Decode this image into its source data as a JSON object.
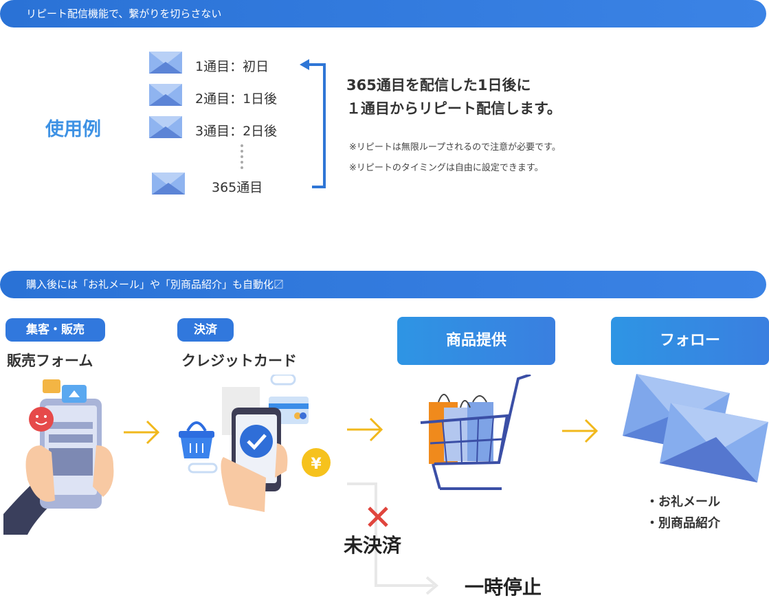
{
  "banner1": {
    "text": "リピート配信機能で、繋がりを切らさない"
  },
  "usage": {
    "label": "使用例"
  },
  "mails": [
    {
      "label": "1通目：初日"
    },
    {
      "label": "2通目：1日後"
    },
    {
      "label": "3通目：2日後"
    },
    {
      "label": "365通目"
    }
  ],
  "repeat": {
    "line1": "365通目を配信した1日後に",
    "line2": "１通目からリピート配信します。",
    "note1": "※リピートは無限ループされるので注意が必要です。",
    "note2": "※リピートのタイミングは自由に設定できます。"
  },
  "banner2": {
    "text": "購入後には「お礼メール」や「別商品紹介」も自動化〼"
  },
  "steps": {
    "sales": {
      "tag": "集客・販売",
      "title": "販売フォーム"
    },
    "payment": {
      "tag": "決済",
      "title": "クレジットカード"
    },
    "product": {
      "header": "商品提供"
    },
    "follow": {
      "header": "フォロー",
      "items": [
        "・お礼メール",
        "・別商品紹介"
      ]
    }
  },
  "branch": {
    "unpaid": "未決済",
    "suspended": "一時停止"
  },
  "icons": [
    "envelope-icon",
    "smartphone-form-icon",
    "credit-card-payment-icon",
    "shopping-cart-icon",
    "yen-coin-icon",
    "x-mark-icon",
    "arrow-right-icon"
  ],
  "colors": {
    "primary": "#3178dd",
    "accent_arrow": "#f1b81c",
    "usage_text": "#3e92e4",
    "envelope": "#8fb4f0",
    "x_mark": "#e0453d"
  }
}
